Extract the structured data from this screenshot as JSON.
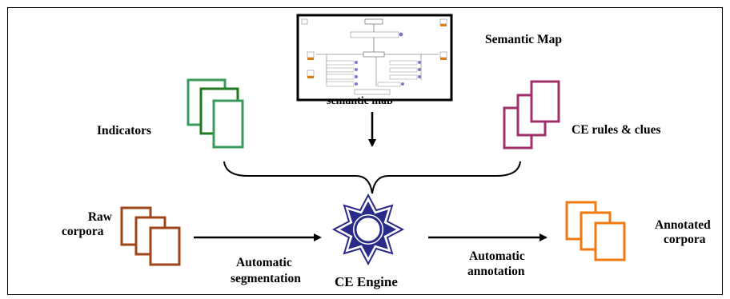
{
  "labels": {
    "semantic_map": "Semantic Map",
    "semantic_map_caption": "semantic map",
    "indicators": "Indicators",
    "ce_rules": "CE rules & clues",
    "raw_corpora_line1": "Raw",
    "raw_corpora_line2": "corpora",
    "annotated_line1": "Annotated",
    "annotated_line2": "corpora",
    "auto_seg_line1": "Automatic",
    "auto_seg_line2": "segmentation",
    "auto_ann_line1": "Automatic",
    "auto_ann_line2": "annotation",
    "engine": "CE Engine"
  },
  "colors": {
    "indicators_stroke": "#3a9a5a",
    "indicators_mid": "#1e7a1e",
    "ce_rules_stroke": "#a0306a",
    "raw_stroke": "#a0451a",
    "annotated_stroke": "#f07a10",
    "engine": "#2a2a8a",
    "map_node_fill": "#7a7acc"
  },
  "icons": {
    "engine": "star-wheel-icon",
    "documents": "document-stack-icon",
    "map": "semantic-map-thumbnail"
  }
}
